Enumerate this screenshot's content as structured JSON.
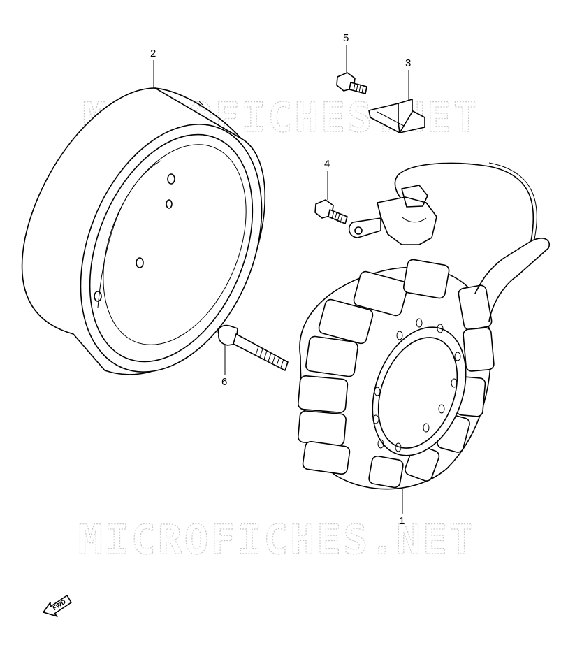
{
  "watermarks": [
    "MICROFICHES.NET",
    "MICROFICHES.NET"
  ],
  "parts": [
    {
      "ref": "1"
    },
    {
      "ref": "2"
    },
    {
      "ref": "3"
    },
    {
      "ref": "4"
    },
    {
      "ref": "5"
    },
    {
      "ref": "6"
    }
  ],
  "direction_indicator": "FWD"
}
